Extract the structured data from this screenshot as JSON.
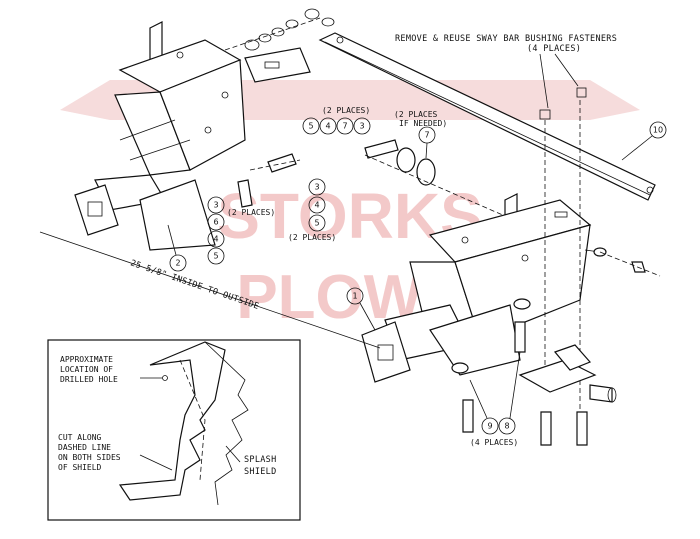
{
  "watermark": {
    "line1": "STORKS",
    "line2": "PLOWS",
    "color": "#f3c9c9"
  },
  "labels": {
    "remove_reuse": "REMOVE & REUSE SWAY BAR BUSHING FASTENERS",
    "four_places_top": "(4 PLACES)",
    "two_places_a": "(2 PLACES)",
    "two_places_if_needed_1": "(2 PLACES",
    "two_places_if_needed_2": "IF NEEDED)",
    "two_places_b": "(2 PLACES)",
    "two_places_c": "(2 PLACES)",
    "four_places_bottom": "(4 PLACES)",
    "dimension": "25 5/8\" INSIDE TO OUTSIDE"
  },
  "callouts": {
    "c1": "1",
    "c2": "2",
    "c10": "10",
    "c7": "7",
    "row_5": "5",
    "row_4": "4",
    "row_7": "7",
    "row_3": "3",
    "col_a_3": "3",
    "col_a_6": "6",
    "col_a_4": "4",
    "col_a_5": "5",
    "col_b_3": "3",
    "col_b_4": "4",
    "col_b_5": "5",
    "c9": "9",
    "c8": "8"
  },
  "inset": {
    "approx_1": "APPROXIMATE",
    "approx_2": "LOCATION OF",
    "approx_3": "DRILLED HOLE",
    "cut_1": "CUT ALONG",
    "cut_2": "DASHED LINE",
    "cut_3": "ON BOTH SIDES",
    "cut_4": "OF SHIELD",
    "splash_1": "SPLASH",
    "splash_2": "SHIELD"
  }
}
